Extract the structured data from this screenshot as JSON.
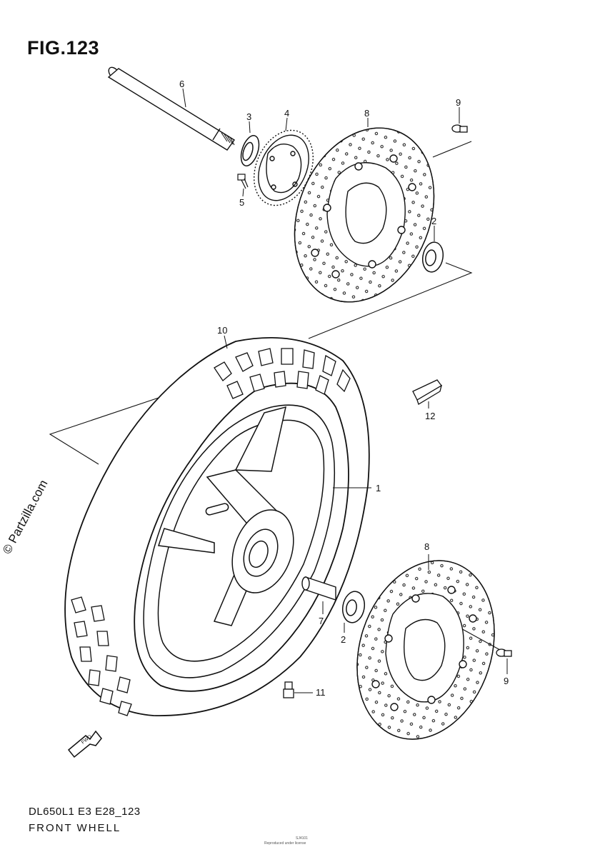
{
  "figure": {
    "title": "FIG.123",
    "model_code": "DL650L1 E3 E28_123",
    "assembly_name": "FRONT WHELL",
    "watermark": "© Partzilla.com",
    "credit_small": "Reproduced under license",
    "code_small": "SJ4101"
  },
  "callouts": [
    {
      "label": "1",
      "part": "front-wheel-rim"
    },
    {
      "label": "2",
      "part": "bearing-upper"
    },
    {
      "label": "2",
      "part": "bearing-lower"
    },
    {
      "label": "3",
      "part": "oil-seal"
    },
    {
      "label": "4",
      "part": "abs-sensor-ring"
    },
    {
      "label": "5",
      "part": "sensor-ring-bolt"
    },
    {
      "label": "6",
      "part": "front-axle"
    },
    {
      "label": "7",
      "part": "spacer"
    },
    {
      "label": "8",
      "part": "brake-disc-upper"
    },
    {
      "label": "8",
      "part": "brake-disc-lower"
    },
    {
      "label": "9",
      "part": "disc-bolt-upper"
    },
    {
      "label": "9",
      "part": "disc-bolt-lower"
    },
    {
      "label": "10",
      "part": "tire"
    },
    {
      "label": "11",
      "part": "valve"
    },
    {
      "label": "12",
      "part": "balancer-weight"
    }
  ],
  "direction_arrow": {
    "label": "FWD"
  }
}
